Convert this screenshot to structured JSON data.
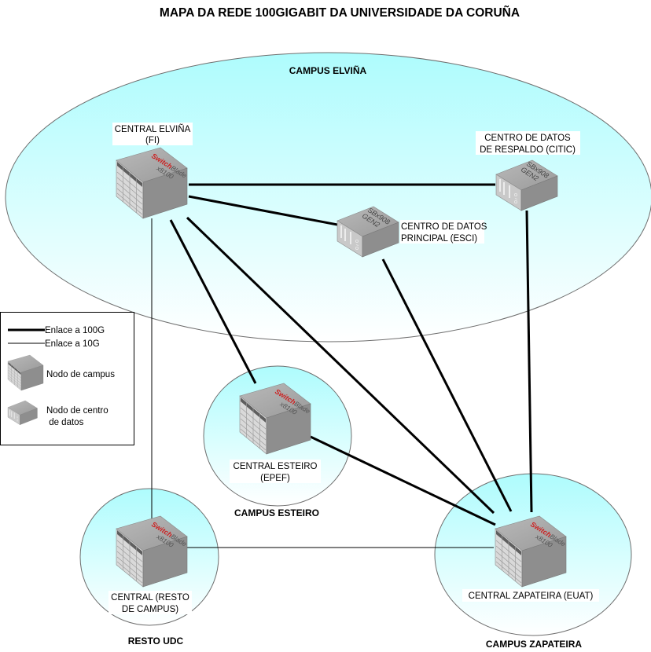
{
  "title": "MAPA DA REDE 100GIGABIT DA UNIVERSIDADE DA CORUÑA",
  "campuses": {
    "elvina": {
      "label": "CAMPUS ELVIÑA"
    },
    "esteiro": {
      "label": "CAMPUS ESTEIRO"
    },
    "resto": {
      "label": "RESTO UDC"
    },
    "zapateira": {
      "label": "CAMPUS ZAPATEIRA"
    }
  },
  "nodes": {
    "elvina": {
      "type": "campus-node",
      "model": "SwitchBlade x8100",
      "label_lines": [
        "CENTRAL ELVIÑA",
        "(FI)"
      ]
    },
    "citic": {
      "type": "datacenter-node",
      "model": "SBx908 GEN2",
      "label_lines": [
        "CENTRO DE DATOS",
        "DE RESPALDO (CITIC)"
      ]
    },
    "esci": {
      "type": "datacenter-node",
      "model": "SBx908 GEN2",
      "label_lines": [
        "CENTRO DE DATOS",
        "PRINCIPAL (ESCI)"
      ]
    },
    "esteiro": {
      "type": "campus-node",
      "model": "SwitchBlade x8100",
      "label_lines": [
        "CENTRAL ESTEIRO",
        "(EPEF)"
      ]
    },
    "resto": {
      "type": "campus-node",
      "model": "SwitchBlade x8100",
      "label_lines": [
        "CENTRAL (RESTO",
        "DE CAMPUS)"
      ]
    },
    "zapateira": {
      "type": "campus-node",
      "model": "SwitchBlade x8100",
      "label_lines": [
        "CENTRAL ZAPATEIRA (EUAT)"
      ]
    }
  },
  "links": [
    {
      "from": "elvina",
      "to": "citic",
      "speed": "100G"
    },
    {
      "from": "elvina",
      "to": "esci",
      "speed": "100G"
    },
    {
      "from": "elvina",
      "to": "esteiro",
      "speed": "100G"
    },
    {
      "from": "elvina",
      "to": "zapateira",
      "speed": "100G"
    },
    {
      "from": "esci",
      "to": "zapateira",
      "speed": "100G"
    },
    {
      "from": "citic",
      "to": "zapateira",
      "speed": "100G"
    },
    {
      "from": "esteiro",
      "to": "zapateira",
      "speed": "100G"
    },
    {
      "from": "elvina",
      "to": "resto",
      "speed": "10G"
    },
    {
      "from": "resto",
      "to": "zapateira",
      "speed": "10G"
    }
  ],
  "legend": {
    "link_100g": "Enlace a 100G",
    "link_10g": "Enlace a 10G",
    "campus_node": "Nodo de campus",
    "datacenter_node_lines": [
      "Nodo de centro",
      " de datos"
    ]
  },
  "icon_text": {
    "switch_brand_red": "Switch",
    "switch_brand_grey": "Blade",
    "switch_model": "x8100",
    "dc_model_1": "SBx908",
    "dc_model_2": "GEN2"
  },
  "colors": {
    "campus_fill_top": "#aefcfd",
    "campus_fill_bottom": "#ffffff",
    "campus_stroke": "#6e6e6e",
    "link_color": "#000000",
    "brand_red": "#cc1f1f"
  }
}
